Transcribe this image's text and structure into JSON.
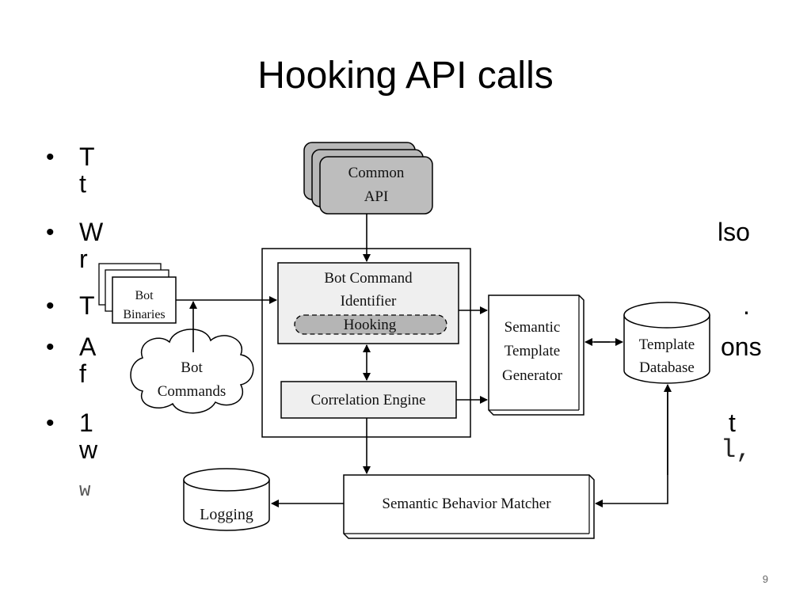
{
  "title": "Hooking API calls",
  "bullets": [
    {
      "left1": "T",
      "left2": "t",
      "right1": "",
      "right2": ""
    },
    {
      "left1": "W",
      "left2": "r",
      "right1": "lso",
      "right2": ""
    },
    {
      "left1": "T",
      "left2": "",
      "right1": ".",
      "right2": ""
    },
    {
      "left1": "A",
      "left2": "f",
      "right1": "ons",
      "right2": ""
    },
    {
      "left1": "1",
      "left2": "w",
      "right1": "t",
      "right2": "l,"
    }
  ],
  "bullet_tail_mono": "w",
  "diagram": {
    "common_api": [
      "Common",
      "API"
    ],
    "bot_binaries": [
      "Bot",
      "Binaries"
    ],
    "bot_commands": [
      "Bot",
      "Commands"
    ],
    "bot_command_identifier": [
      "Bot Command",
      "Identifier"
    ],
    "hooking": "Hooking",
    "correlation_engine": "Correlation Engine",
    "semantic_template_generator": [
      "Semantic",
      "Template",
      "Generator"
    ],
    "template_database": [
      "Template",
      "Database"
    ],
    "semantic_behavior_matcher": "Semantic Behavior Matcher",
    "logging": "Logging"
  },
  "page_number": "9"
}
